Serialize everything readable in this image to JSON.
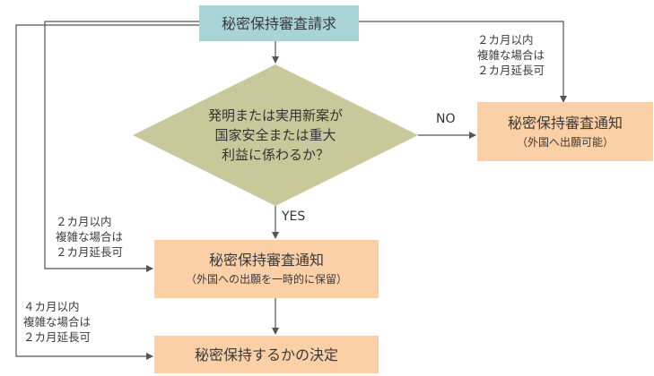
{
  "nodes": {
    "request": {
      "title": "秘密保持審査請求",
      "color": "#a8d4d6"
    },
    "decision": {
      "lines": [
        "発明または実用新案が",
        "国家安全または重大",
        "利益に係わるか？"
      ],
      "color": "#c8c89b"
    },
    "notice_right": {
      "title": "秘密保持審査通知",
      "sub": "（外国へ出願可能）",
      "color": "#fbd0a7"
    },
    "notice_middle": {
      "title": "秘密保持審査通知",
      "sub": "（外国への出願を一時的に保留）",
      "color": "#fbd0a7"
    },
    "final": {
      "title": "秘密保持するかの決定",
      "color": "#fbd0a7"
    }
  },
  "edge_labels": {
    "no": "NO",
    "yes": "YES"
  },
  "notes": {
    "right": [
      "２カ月以内",
      "複雑な場合は",
      "２カ月延長可"
    ],
    "middle": [
      "２カ月以内",
      "複雑な場合は",
      "２カ月延長可"
    ],
    "bottom": [
      "４カ月以内",
      "複雑な場合は",
      "２カ月延長可"
    ]
  },
  "colors": {
    "line": "#555555"
  }
}
